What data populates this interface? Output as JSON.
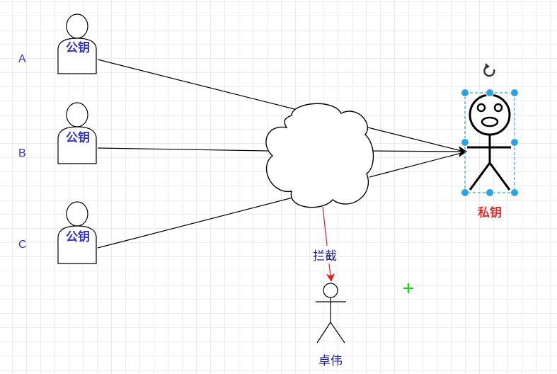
{
  "senders": [
    {
      "side_label": "A",
      "key_label": "公钥"
    },
    {
      "side_label": "B",
      "key_label": "公钥"
    },
    {
      "side_label": "C",
      "key_label": "公钥"
    }
  ],
  "receiver": {
    "key_label": "私钥"
  },
  "interceptor": {
    "name": "卓伟",
    "edge_label": "拦截"
  },
  "colors": {
    "stroke": "#000000",
    "label_blue": "#3333cc",
    "private_key_red": "#e03030",
    "intercept_arrow": "#e02020",
    "selection": "#29a3e6",
    "cursor_plus": "#22cc22"
  },
  "icons": {
    "rotate": "rotate-icon",
    "cursor": "plus-cursor-icon"
  }
}
